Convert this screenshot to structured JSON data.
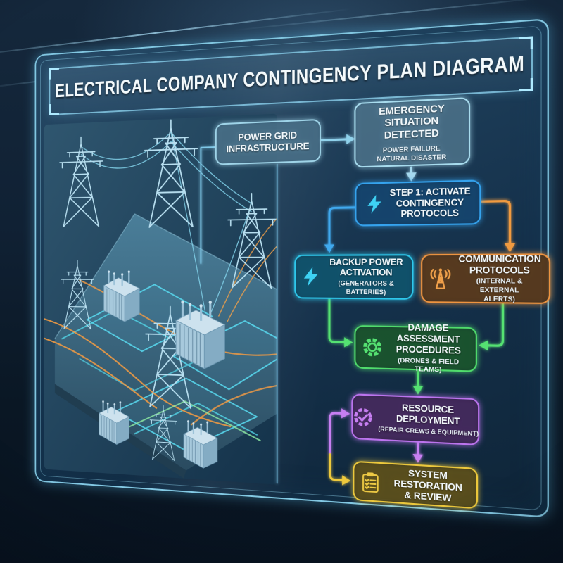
{
  "title": "ELECTRICAL COMPANY CONTINGENCY PLAN DIAGRAM",
  "colors": {
    "page_background": "#0b1724",
    "panel_background": "#16344c",
    "panel_border": "#8ed7f2",
    "title_text": "#f4fafc",
    "divider_line": "rgba(130,205,240,0.55)",
    "illustration_link": "#7fc8e8"
  },
  "illustration": {
    "name": "power-grid-isometric-illustration",
    "depicts": [
      "transmission towers",
      "transformers",
      "power lines",
      "ground cable routes"
    ],
    "line_color": "#b8dff0",
    "route_color_orange": "#f09a44",
    "route_color_teal": "#54d8ea",
    "route_color_green": "#8ce8a2"
  },
  "flowchart": {
    "nodes": [
      {
        "id": "power-grid-infrastructure",
        "title": "POWER GRID\nINFRASTRUCTURE",
        "border_color": "#9fd4e8"
      },
      {
        "id": "emergency-situation-detected",
        "title": "EMERGENCY SITUATION\nDETECTED",
        "subtitle": "POWER FAILURE\nNATURAL DISASTER",
        "border_color": "#a8dcee"
      },
      {
        "id": "step-1-activate-contingency-protocols",
        "title": "STEP 1: ACTIVATE\nCONTINGENCY\nPROTOCOLS",
        "icon": "lightning-icon",
        "icon_color": "#3ed2f4",
        "border_color": "#35a3ee"
      },
      {
        "id": "backup-power-activation",
        "title": "BACKUP POWER\nACTIVATION",
        "subtitle": "(GENERATORS & BATTERIES)",
        "icon": "lightning-icon",
        "icon_color": "#3ed2f4",
        "border_color": "#2ec8ec"
      },
      {
        "id": "communication-protocols",
        "title": "COMMUNICATION\nPROTOCOLS",
        "subtitle": "(INTERNAL & EXTERNAL\nALERTS)",
        "icon": "radio-tower-icon",
        "icon_color": "#f0a04a",
        "border_color": "#ee9440"
      },
      {
        "id": "damage-assessment-procedures",
        "title": "DAMAGE ASSESSMENT\nPROCEDURES",
        "subtitle": "(DRONES & FIELD TEAMS)",
        "icon": "gear-icon",
        "icon_color": "#55e272",
        "border_color": "#50dc6c"
      },
      {
        "id": "resource-deployment",
        "title": "RESOURCE\nDEPLOYMENT",
        "subtitle": "(REPAIR CREWS & EQUIPMENT)",
        "icon": "badge-check-icon",
        "icon_color": "#c77ff2",
        "border_color": "#bc74ee"
      },
      {
        "id": "system-restoration-review",
        "title": "SYSTEM RESTORATION\n& REVIEW",
        "icon": "clipboard-checklist-icon",
        "icon_color": "#eeca44",
        "border_color": "#ecc83c"
      }
    ],
    "connectors": [
      {
        "from": "power-grid-infrastructure",
        "to": "emergency-situation-detected",
        "color": "#8fd2ec"
      },
      {
        "from": "emergency-situation-detected",
        "to": "step-1-activate-contingency-protocols",
        "color": "#a5d8ee"
      },
      {
        "from": "step-1-activate-contingency-protocols",
        "to": "backup-power-activation",
        "color": "#3fa9ee"
      },
      {
        "from": "step-1-activate-contingency-protocols",
        "to": "communication-protocols",
        "color": "#f09a40"
      },
      {
        "from": "backup-power-activation",
        "to": "damage-assessment-procedures",
        "color": "#55e272"
      },
      {
        "from": "communication-protocols",
        "to": "damage-assessment-procedures",
        "color": "#55e272"
      },
      {
        "from": "damage-assessment-procedures",
        "to": "resource-deployment",
        "color": "#55e272"
      },
      {
        "from": "resource-deployment",
        "to": "system-restoration-review",
        "color": "#c77ff2"
      },
      {
        "name": "loop-into-resource-deployment",
        "to": "resource-deployment",
        "color": "#c77ff2"
      },
      {
        "name": "loop-into-system-restoration",
        "to": "system-restoration-review",
        "color": "#eec93e"
      },
      {
        "name": "power-grid-divider-line",
        "color": "rgba(130,205,240,0.55)"
      },
      {
        "name": "power-grid-to-illustration",
        "color": "#7fc8e8"
      }
    ]
  }
}
